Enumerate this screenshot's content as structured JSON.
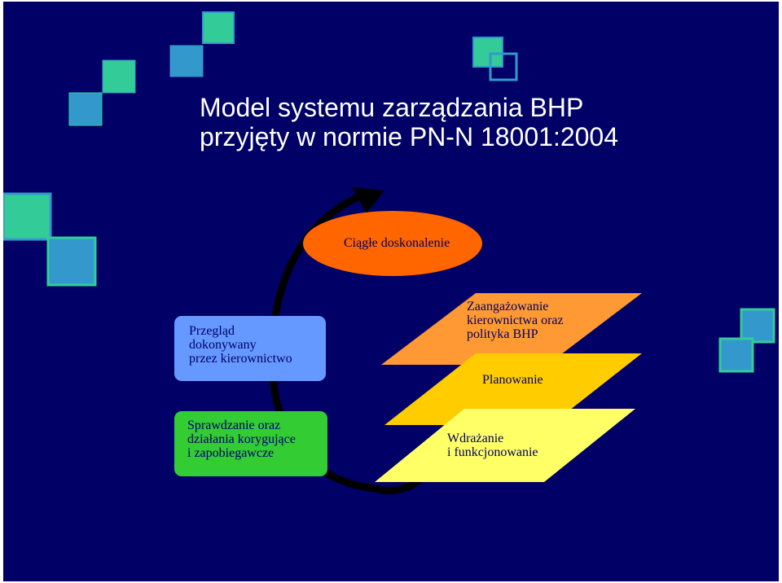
{
  "title": {
    "line1": "Model systemu zarządzania BHP",
    "line2": "przyjęty w normie PN-N 18001:2004"
  },
  "cycle": {
    "top": "Ciągłe doskonalenie",
    "left_upper": "Przegląd\ndokonywany\nprzez kierownictwo",
    "left_lower": "Sprawdzanie oraz\ndziałania korygujące\ni zapobiegawcze"
  },
  "stack": {
    "layer1": "Zaangażowanie\nkierownictwa oraz\npolityka BHP",
    "layer2": "Planowanie",
    "layer3": "Wdrażanie\ni funkcjonowanie"
  },
  "colors": {
    "background": "#000066",
    "title_text": "#ffffff",
    "ellipse_fill": "#ff6600",
    "review_box_fill": "#6699ff",
    "check_box_fill": "#33cc33",
    "layer1_fill": "#ff9933",
    "layer2_fill": "#ffcc00",
    "layer3_fill": "#ffff66",
    "arrow": "#000000",
    "deco_squares": [
      "#33cc99",
      "#3399cc"
    ]
  }
}
